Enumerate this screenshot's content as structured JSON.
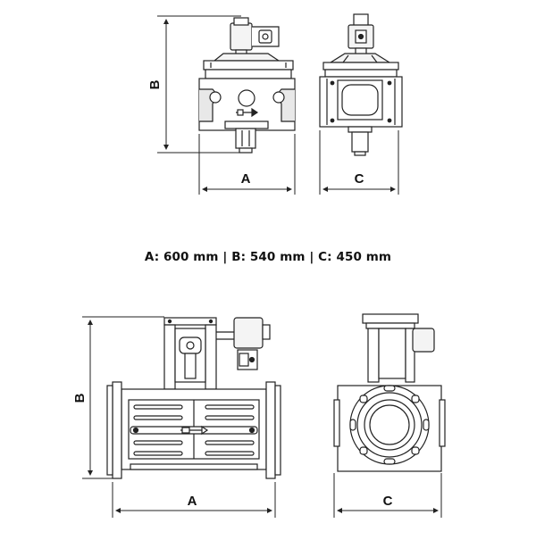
{
  "top_views": {
    "front": {
      "dim_a": "A",
      "dim_b": "B"
    },
    "side": {
      "dim_c": "C"
    }
  },
  "caption": "A: 600 mm | B: 540 mm | C: 450 mm",
  "bottom_views": {
    "front": {
      "dim_a": "A",
      "dim_b": "B"
    },
    "side": {
      "dim_c": "C"
    }
  }
}
